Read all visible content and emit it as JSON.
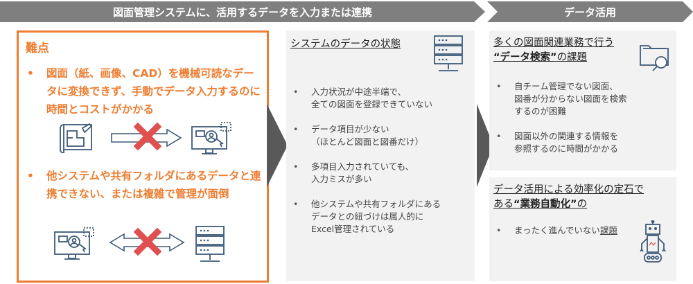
{
  "header": {
    "main": "図面管理システムに、活用するデータを入力または連携",
    "sub": "データ活用"
  },
  "difficulty": {
    "title": "難点",
    "items": [
      {
        "bullet": "•",
        "text": "図面（紙、画像、CAD）を機械可読なデータに変換できず、手動でデータ入力するのに時間とコストがかかる"
      },
      {
        "bullet": "•",
        "text": "他システムや共有フォルダにあるデータと連携できない、または複雑で管理が面倒"
      }
    ]
  },
  "system_state": {
    "title": "システムのデータの状態",
    "items": [
      {
        "bullet": "•",
        "lines": [
          "入力状況が中途半端で、",
          "全ての図面を登録できていない"
        ]
      },
      {
        "bullet": "•",
        "lines": [
          "データ項目が少ない",
          "（ほとんど図面と図番だけ）"
        ]
      },
      {
        "bullet": "•",
        "lines": [
          "多項目入力されていても、",
          "入力ミスが多い"
        ]
      },
      {
        "bullet": "•",
        "lines": [
          "他システムや共有フォルダにある",
          "データとの紐づけは属人的に",
          "Excel管理されている"
        ]
      }
    ]
  },
  "search_issue": {
    "title_line1": "多くの図面関連業務で行う",
    "title_q_open": "“",
    "title_emph": "データ検索",
    "title_q_close": "”",
    "title_suffix": "の課題",
    "items": [
      {
        "bullet": "•",
        "lines": [
          "自チーム管理でない図面、",
          "図番が分からない図面を検索",
          "するのが困難"
        ]
      },
      {
        "bullet": "•",
        "lines": [
          "図面以外の関連する情報を",
          "参照するのに時間がかかる"
        ]
      }
    ]
  },
  "automation": {
    "title_line1": "データ活用による効率化の定石で",
    "title_prefix": "ある",
    "title_q_open": "“",
    "title_emph": "業務自動化",
    "title_q_close": "”",
    "title_suffix": "の",
    "items": [
      {
        "bullet": "•",
        "text_plain": "まったく進んでいない",
        "text_underline": "課題"
      }
    ]
  },
  "icons": {
    "blueprint": "blueprint-icon",
    "monitor": "monitor-user-icon",
    "cross": "red-x-icon",
    "server": "server-icon",
    "folder_search": "folder-search-icon",
    "robot": "robot-icon"
  },
  "colors": {
    "accent": "#ed7d31",
    "header": "#7f7f7f",
    "cross": "#e05050",
    "icon": "#3d5a78",
    "panel": "#f2f2f2"
  }
}
